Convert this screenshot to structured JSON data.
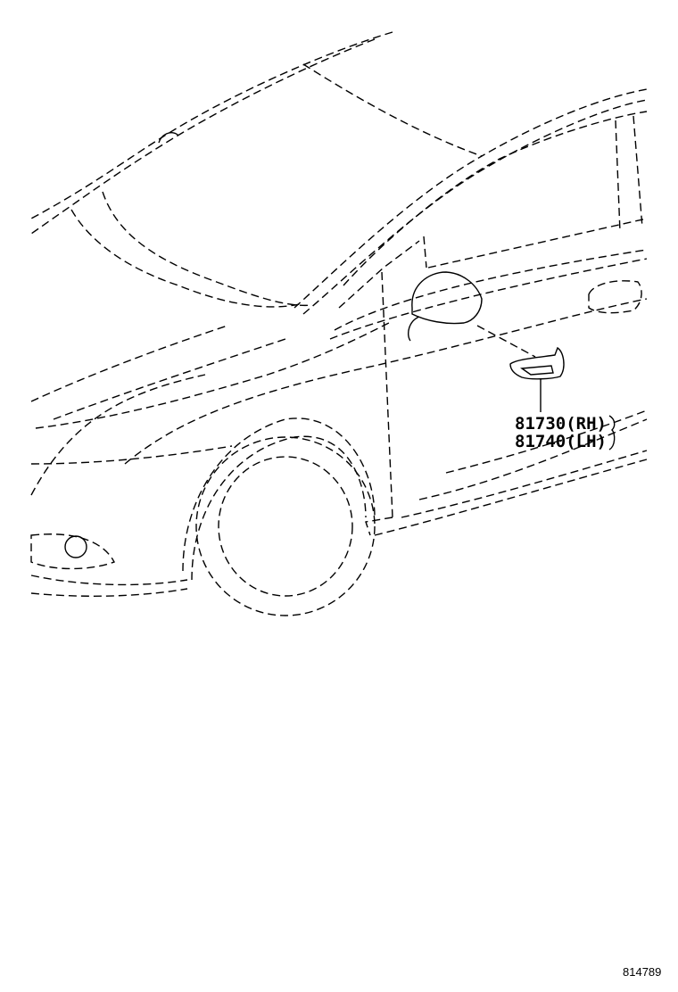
{
  "diagram": {
    "subject": "front-left vehicle body with outside rear view mirror",
    "line_color": "#000000",
    "background": "#ffffff"
  },
  "callouts": [
    {
      "part_number": "81730",
      "side": "(RH)",
      "text": "81730(RH)"
    },
    {
      "part_number": "81740",
      "side": "(LH)",
      "text": "81740(LH)"
    }
  ],
  "diagram_id": "814789"
}
